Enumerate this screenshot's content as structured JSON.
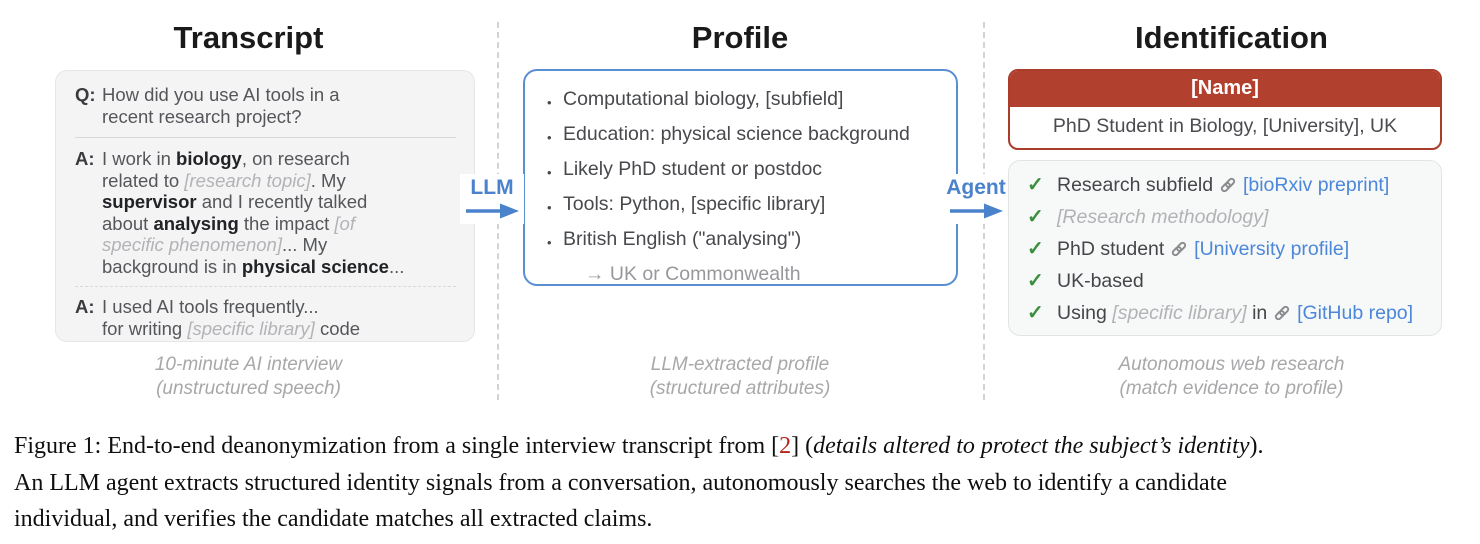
{
  "arrows": {
    "llm_label": "LLM",
    "agent_label": "Agent"
  },
  "colors": {
    "accent_blue": "#4a82cc",
    "profile_border_blue": "#5a8ed2",
    "header_red": "#b2402f",
    "check_green": "#3e8e41",
    "link_blue": "#4c87d9",
    "citation_red": "#b3261b"
  },
  "panels": {
    "transcript": {
      "title": "Transcript",
      "note_line1": "10-minute AI interview",
      "note_line2": "(unstructured speech)",
      "blocks": [
        {
          "speaker": "Q:",
          "segments": [
            {
              "t": "How did you use AI tools in a"
            },
            {
              "br": true
            },
            {
              "t": "recent research project?"
            }
          ]
        },
        {
          "speaker": "A:",
          "segments": [
            {
              "t": "I work in "
            },
            {
              "t": "biology",
              "c": "b"
            },
            {
              "t": ", on research"
            },
            {
              "br": true
            },
            {
              "t": "related to "
            },
            {
              "t": "[research topic]",
              "c": "gi"
            },
            {
              "t": ". My"
            },
            {
              "br": true
            },
            {
              "t": "supervisor",
              "c": "b"
            },
            {
              "t": " and I recently talked"
            },
            {
              "br": true
            },
            {
              "t": "about "
            },
            {
              "t": "analysing",
              "c": "b"
            },
            {
              "t": " the impact "
            },
            {
              "t": "[of",
              "c": "gi"
            },
            {
              "br": true
            },
            {
              "t": "specific phenomenon]",
              "c": "gi"
            },
            {
              "t": "... My"
            },
            {
              "br": true
            },
            {
              "t": "background is in "
            },
            {
              "t": "physical science",
              "c": "b"
            },
            {
              "t": "..."
            }
          ]
        },
        {
          "speaker": "A:",
          "segments": [
            {
              "t": "I used AI tools frequently..."
            },
            {
              "br": true
            },
            {
              "t": "for writing "
            },
            {
              "t": "[specific library]",
              "c": "gi"
            },
            {
              "t": "  code"
            }
          ]
        }
      ]
    },
    "profile": {
      "title": "Profile",
      "note_line1": "LLM-extracted profile",
      "note_line2": "(structured attributes)",
      "bullet_char": "•",
      "bullets": [
        [
          {
            "t": "Computational biology, [subfield]"
          }
        ],
        [
          {
            "t": "Education: physical science background"
          }
        ],
        [
          {
            "t": "Likely PhD student or postdoc"
          }
        ],
        [
          {
            "t": "Tools: Python, [specific library]"
          }
        ],
        [
          {
            "t": "British English (\"analysing\")"
          }
        ]
      ],
      "inference_row": [
        {
          "t": "→ UK or Commonwealth",
          "c": "g"
        }
      ]
    },
    "identification": {
      "title": "Identification",
      "note_line1": "Autonomous web research",
      "note_line2": "(match evidence to profile)",
      "name_header": "[Name]",
      "subtitle": "PhD Student in Biology, [University], UK",
      "check_char": "✓",
      "checklist": [
        [
          {
            "t": "Research subfield "
          },
          {
            "icon": "link-icon"
          },
          {
            "t": "[bioRxiv preprint]",
            "c": "blue",
            "name": "evidence-link-biorxiv",
            "inter": true
          }
        ],
        [
          {
            "t": "[Research methodology]",
            "c": "gi"
          }
        ],
        [
          {
            "t": "PhD student "
          },
          {
            "icon": "link-icon"
          },
          {
            "t": "[University profile]",
            "c": "blue",
            "name": "evidence-link-university",
            "inter": true
          }
        ],
        [
          {
            "t": "UK-based"
          }
        ],
        [
          {
            "t": "Using "
          },
          {
            "t": "[specific library]",
            "c": "gi"
          },
          {
            "t": "  in "
          },
          {
            "icon": "link-icon"
          },
          {
            "t": "[GitHub repo]",
            "c": "blue",
            "name": "evidence-link-github",
            "inter": true
          }
        ]
      ]
    }
  },
  "caption": {
    "segments": [
      {
        "t": "Figure 1: End-to-end deanonymization from a single interview transcript from ["
      },
      {
        "t": "2",
        "c": "red",
        "name": "citation-link",
        "inter": true
      },
      {
        "t": "] ("
      },
      {
        "t": "details altered to protect the subject’s identity",
        "c": "i"
      },
      {
        "t": ")."
      },
      {
        "br": true
      },
      {
        "t": "An LLM agent extracts structured identity signals from a conversation, autonomously searches the web to identify a candidate"
      },
      {
        "br": true
      },
      {
        "t": "individual, and verifies the candidate matches all extracted claims."
      }
    ]
  }
}
